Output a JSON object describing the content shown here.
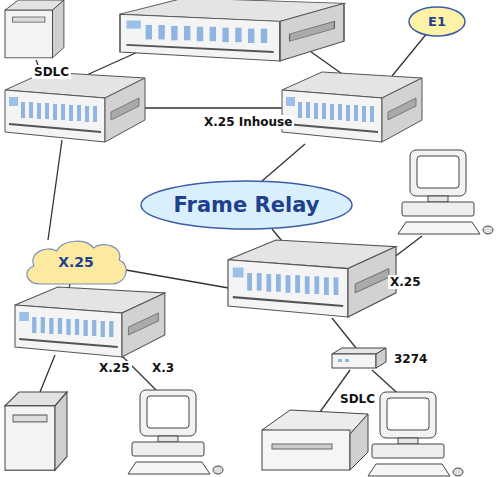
{
  "diagram": {
    "nodes": [
      {
        "text": [
          "E1"
        ]
      },
      {
        "text": [
          "Frame Relay"
        ]
      },
      {
        "text": [
          "X.25"
        ]
      },
      {
        "text": [
          "3274"
        ]
      }
    ],
    "labels": [
      "SDLC",
      "X.25 Inhouse",
      "X.25",
      "X.25",
      "X.3",
      "SDLC"
    ]
  }
}
